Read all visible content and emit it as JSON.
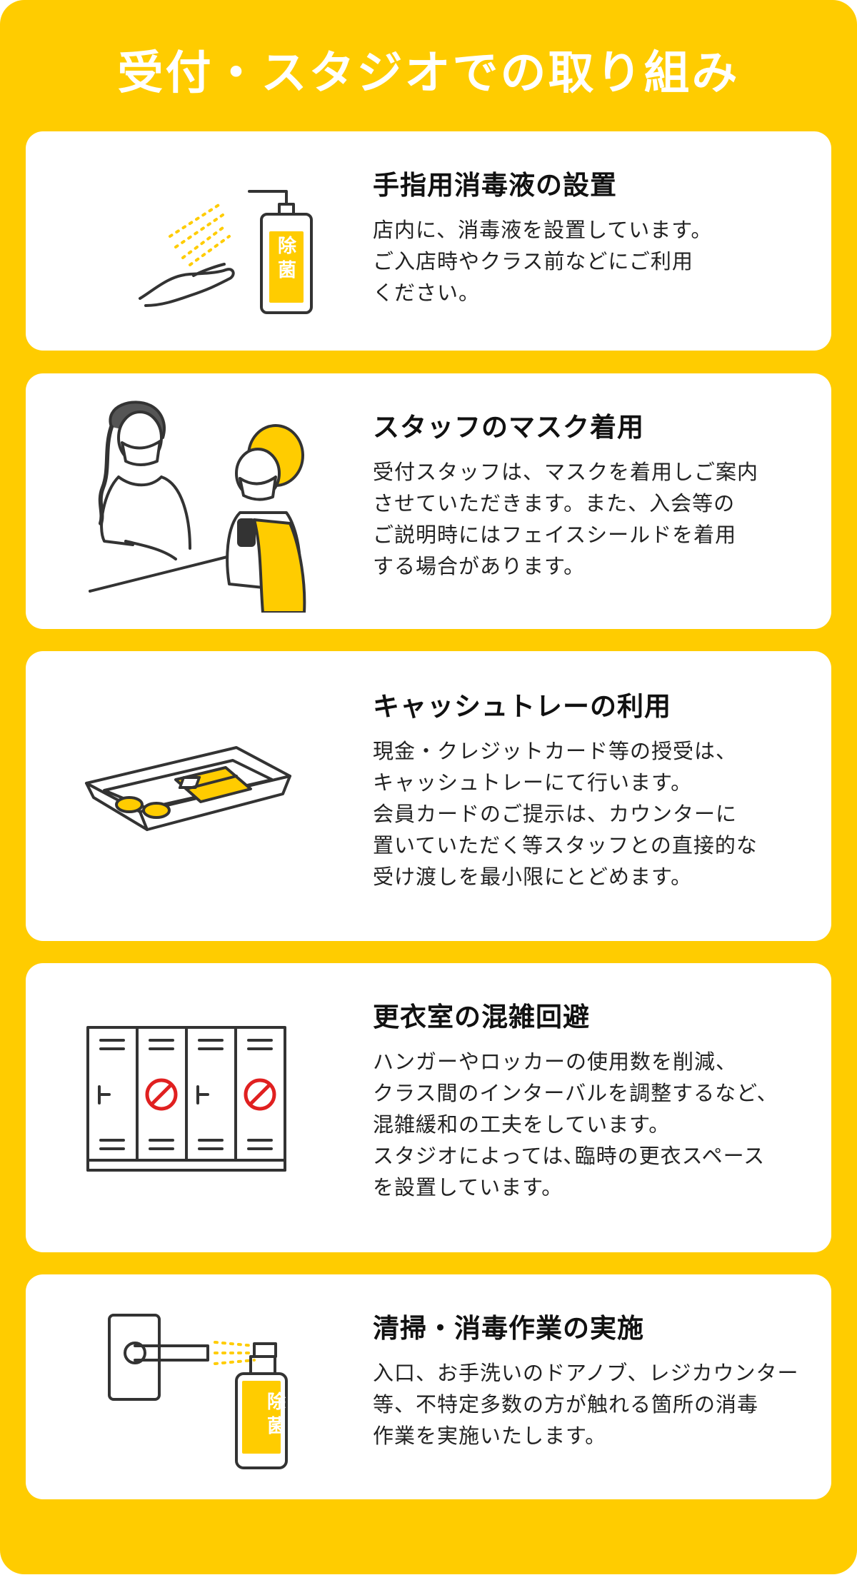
{
  "page": {
    "title": "受付・スタジオでの取り組み"
  },
  "cards": [
    {
      "title": "手指用消毒液の設置",
      "body": "店内に、消毒液を設置しています。\nご入店時やクラス前などにご利用\nください。",
      "icon": "hand-sanitizer-icon",
      "bottle_label": "除菌"
    },
    {
      "title": "スタッフのマスク着用",
      "body": "受付スタッフは、マスクを着用しご案内\nさせていただきます。また、入会等の\nご説明時にはフェイスシールドを着用\nする場合があります。",
      "icon": "masked-staff-icon"
    },
    {
      "title": "キャッシュトレーの利用",
      "body": "現金・クレジットカード等の授受は、\nキャッシュトレーにて行います。\n会員カードのご提示は、カウンターに\n置いていただく等スタッフとの直接的な\n受け渡しを最小限にとどめます。",
      "icon": "cash-tray-icon"
    },
    {
      "title": "更衣室の混雑回避",
      "body": "ハンガーやロッカーの使用数を削減、\nクラス間のインターバルを調整するなど、\n混雑緩和の工夫をしています。\nスタジオによっては､臨時の更衣スペース\nを設置しています。",
      "icon": "locker-icon"
    },
    {
      "title": "清掃・消毒作業の実施",
      "body": "入口、お手洗いのドアノブ、レジカウンター\n等、不特定多数の方が触れる箇所の消毒\n作業を実施いたします。",
      "icon": "door-disinfect-icon",
      "bottle_label": "除菌"
    }
  ],
  "colors": {
    "accent": "#FFCC00",
    "card": "#FFFFFF",
    "text": "#222222",
    "ink": "#333333",
    "prohibited": "#E02020"
  }
}
